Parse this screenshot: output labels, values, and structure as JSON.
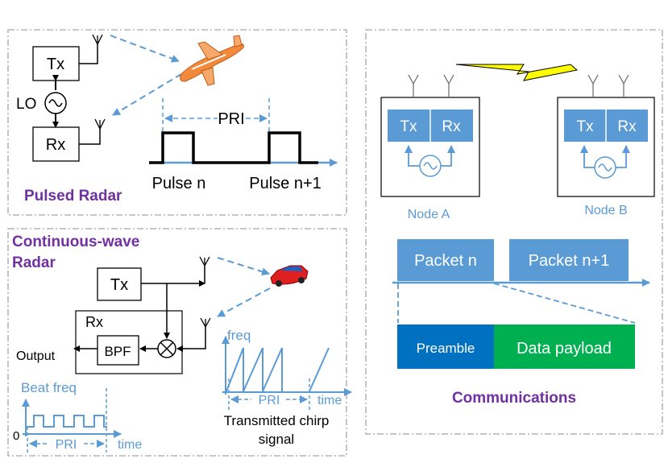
{
  "pulsed": {
    "title": "Pulsed Radar",
    "tx": "Tx",
    "rx": "Rx",
    "lo": "LO",
    "pri": "PRI",
    "pulse_n": "Pulse n",
    "pulse_n1": "Pulse n+1"
  },
  "cw": {
    "title_line1": "Continuous-wave",
    "title_line2": "Radar",
    "tx": "Tx",
    "rx": "Rx",
    "bpf": "BPF",
    "output": "Output",
    "freq": "freq",
    "pri_right": "PRI",
    "time_right": "time",
    "chirp_line1": "Transmitted chirp",
    "chirp_line2": "signal",
    "beat_freq": "Beat freq",
    "zero": "0",
    "pri_left": "PRI",
    "time_left": "time"
  },
  "comms": {
    "title": "Communications",
    "node_a": {
      "tx": "Tx",
      "rx": "Rx",
      "label": "Node A"
    },
    "node_b": {
      "tx": "Tx",
      "rx": "Rx",
      "label": "Node B"
    },
    "packet_n": "Packet n",
    "packet_n1": "Packet n+1",
    "preamble": "Preamble",
    "payload": "Data payload"
  },
  "colors": {
    "accent_blue": "#5b9bd5",
    "dark_blue": "#0070c0",
    "green": "#00b050",
    "purple": "#7030a0",
    "airplane": "#f28a3c",
    "car": "#e02020"
  }
}
